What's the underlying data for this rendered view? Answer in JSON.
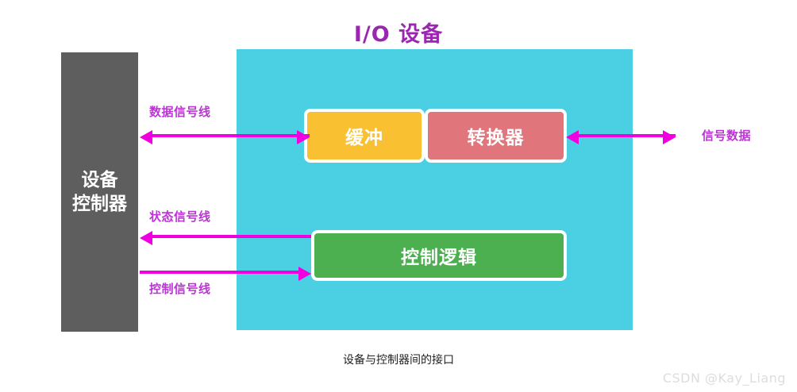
{
  "diagram": {
    "title": "I/O 设备",
    "caption": "设备与控制器间的接口",
    "watermark": "CSDN @Kay_Liang",
    "controller": {
      "label": "设备\n控制器"
    },
    "blocks": [
      {
        "key": "buffer",
        "label": "缓冲",
        "color": "#f9c132"
      },
      {
        "key": "converter",
        "label": "转换器",
        "color": "#e0757b"
      },
      {
        "key": "logic",
        "label": "控制逻辑",
        "color": "#4caf50"
      }
    ],
    "signals": [
      {
        "key": "data",
        "label": "数据信号线",
        "direction": "both"
      },
      {
        "key": "status",
        "label": "状态信号线",
        "direction": "left"
      },
      {
        "key": "control",
        "label": "控制信号线",
        "direction": "right"
      },
      {
        "key": "sigdata",
        "label": "信号数据",
        "direction": "both"
      }
    ],
    "colors": {
      "title": "#9b27b0",
      "device_bg": "#4bd0e3",
      "controller_bg": "#5e5e5e",
      "arrow": "#f000e0",
      "signal_label": "#bb34d4"
    }
  }
}
